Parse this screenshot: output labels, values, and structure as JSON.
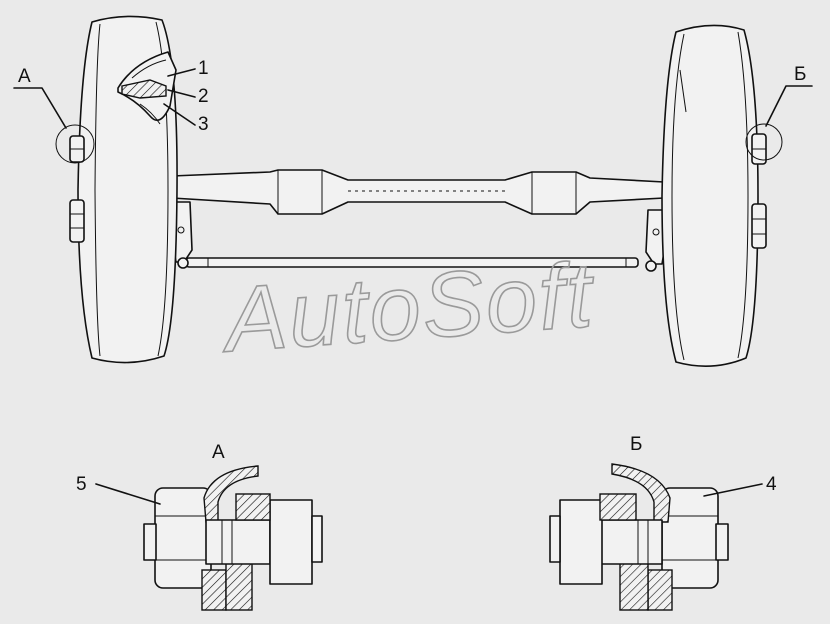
{
  "callouts": {
    "c1": "1",
    "c2": "2",
    "c3": "3",
    "c4": "4",
    "c5": "5"
  },
  "views": {
    "left": "А",
    "right": "Б"
  },
  "watermark": "AutoSoft"
}
